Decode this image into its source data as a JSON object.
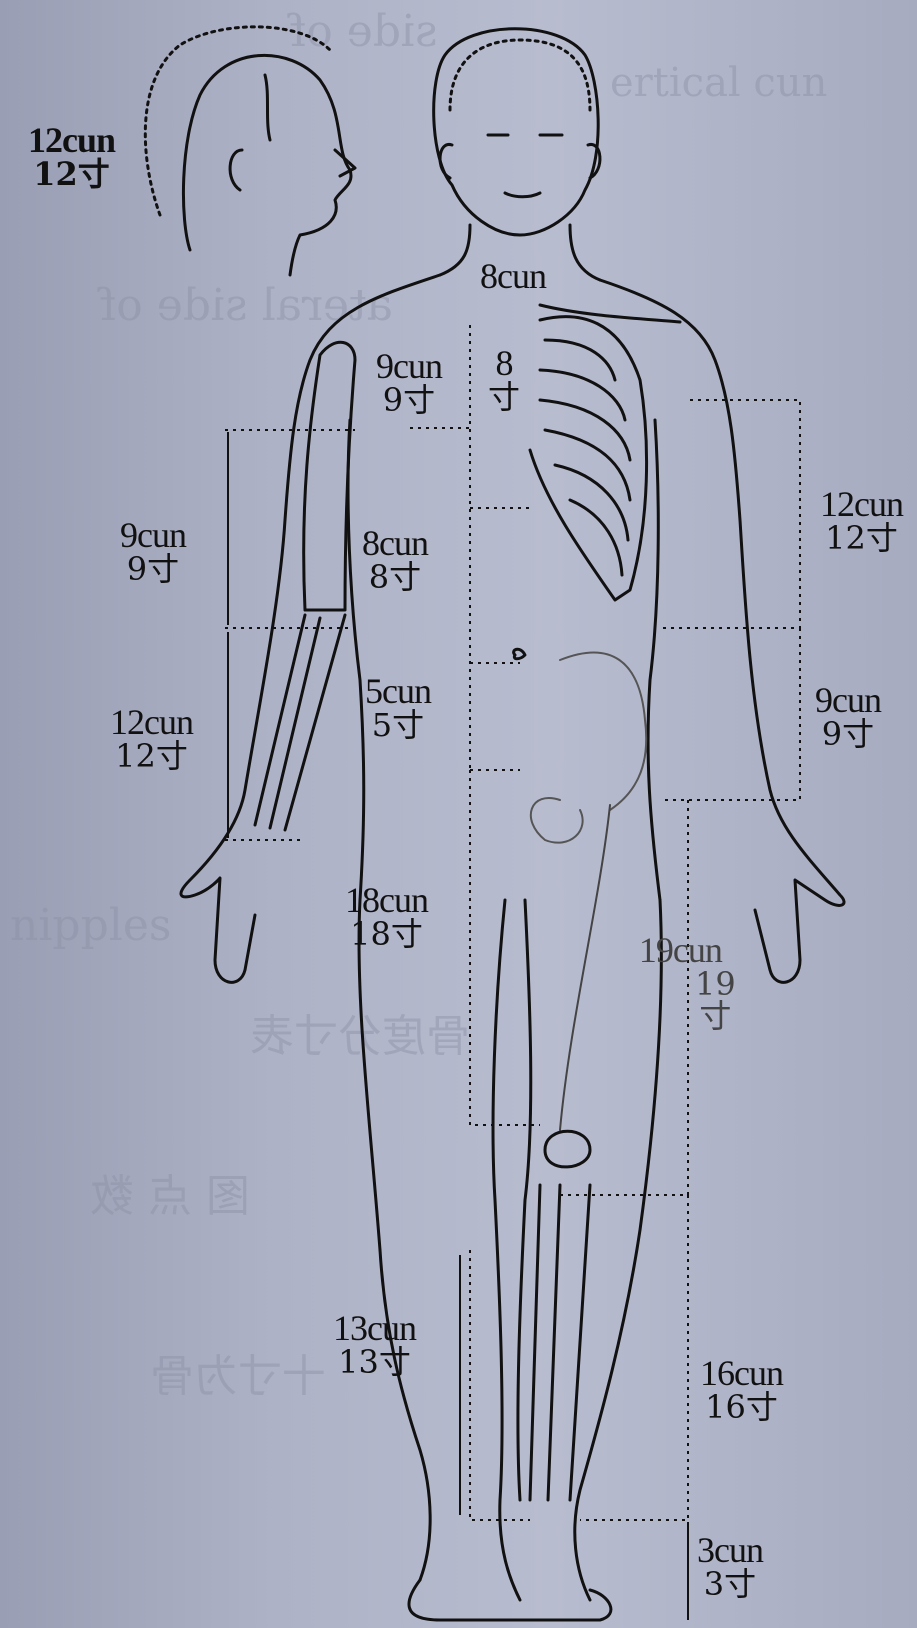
{
  "measurements": {
    "head": {
      "en": "12cun",
      "zh": "12寸"
    },
    "shoulders": {
      "en": "8cun",
      "zh": ""
    },
    "nipples": {
      "en": "8",
      "zh": "寸"
    },
    "armpit": {
      "en": "9cun",
      "zh": "9寸"
    },
    "upper_arm": {
      "en": "9cun",
      "zh": "9寸"
    },
    "forearm": {
      "en": "12cun",
      "zh": "12寸"
    },
    "upper_abdomen": {
      "en": "8cun",
      "zh": "8寸"
    },
    "lower_abdomen": {
      "en": "5cun",
      "zh": "5寸"
    },
    "thigh_medial": {
      "en": "18cun",
      "zh": "18寸"
    },
    "thigh_lateral": {
      "en": "19cun",
      "zh": "19"
    },
    "thigh_lateral_unit": "寸",
    "flank": {
      "en": "12cun",
      "zh": "12寸"
    },
    "hip": {
      "en": "9cun",
      "zh": "9寸"
    },
    "leg_medial": {
      "en": "13cun",
      "zh": "13寸"
    },
    "leg_lateral": {
      "en": "16cun",
      "zh": "16寸"
    },
    "ankle": {
      "en": "3cun",
      "zh": "3寸"
    }
  },
  "background_text": {
    "ghost1": "side of",
    "ghost2": "ertical cun",
    "ghost3": "ateral side of",
    "ghost4": "nipples",
    "ghost5": "骨度分寸表",
    "ghost6": "图 点 数",
    "ghost7": "十寸为骨"
  },
  "colors": {
    "ink": "#111111",
    "paper": "#b3b7ca"
  }
}
